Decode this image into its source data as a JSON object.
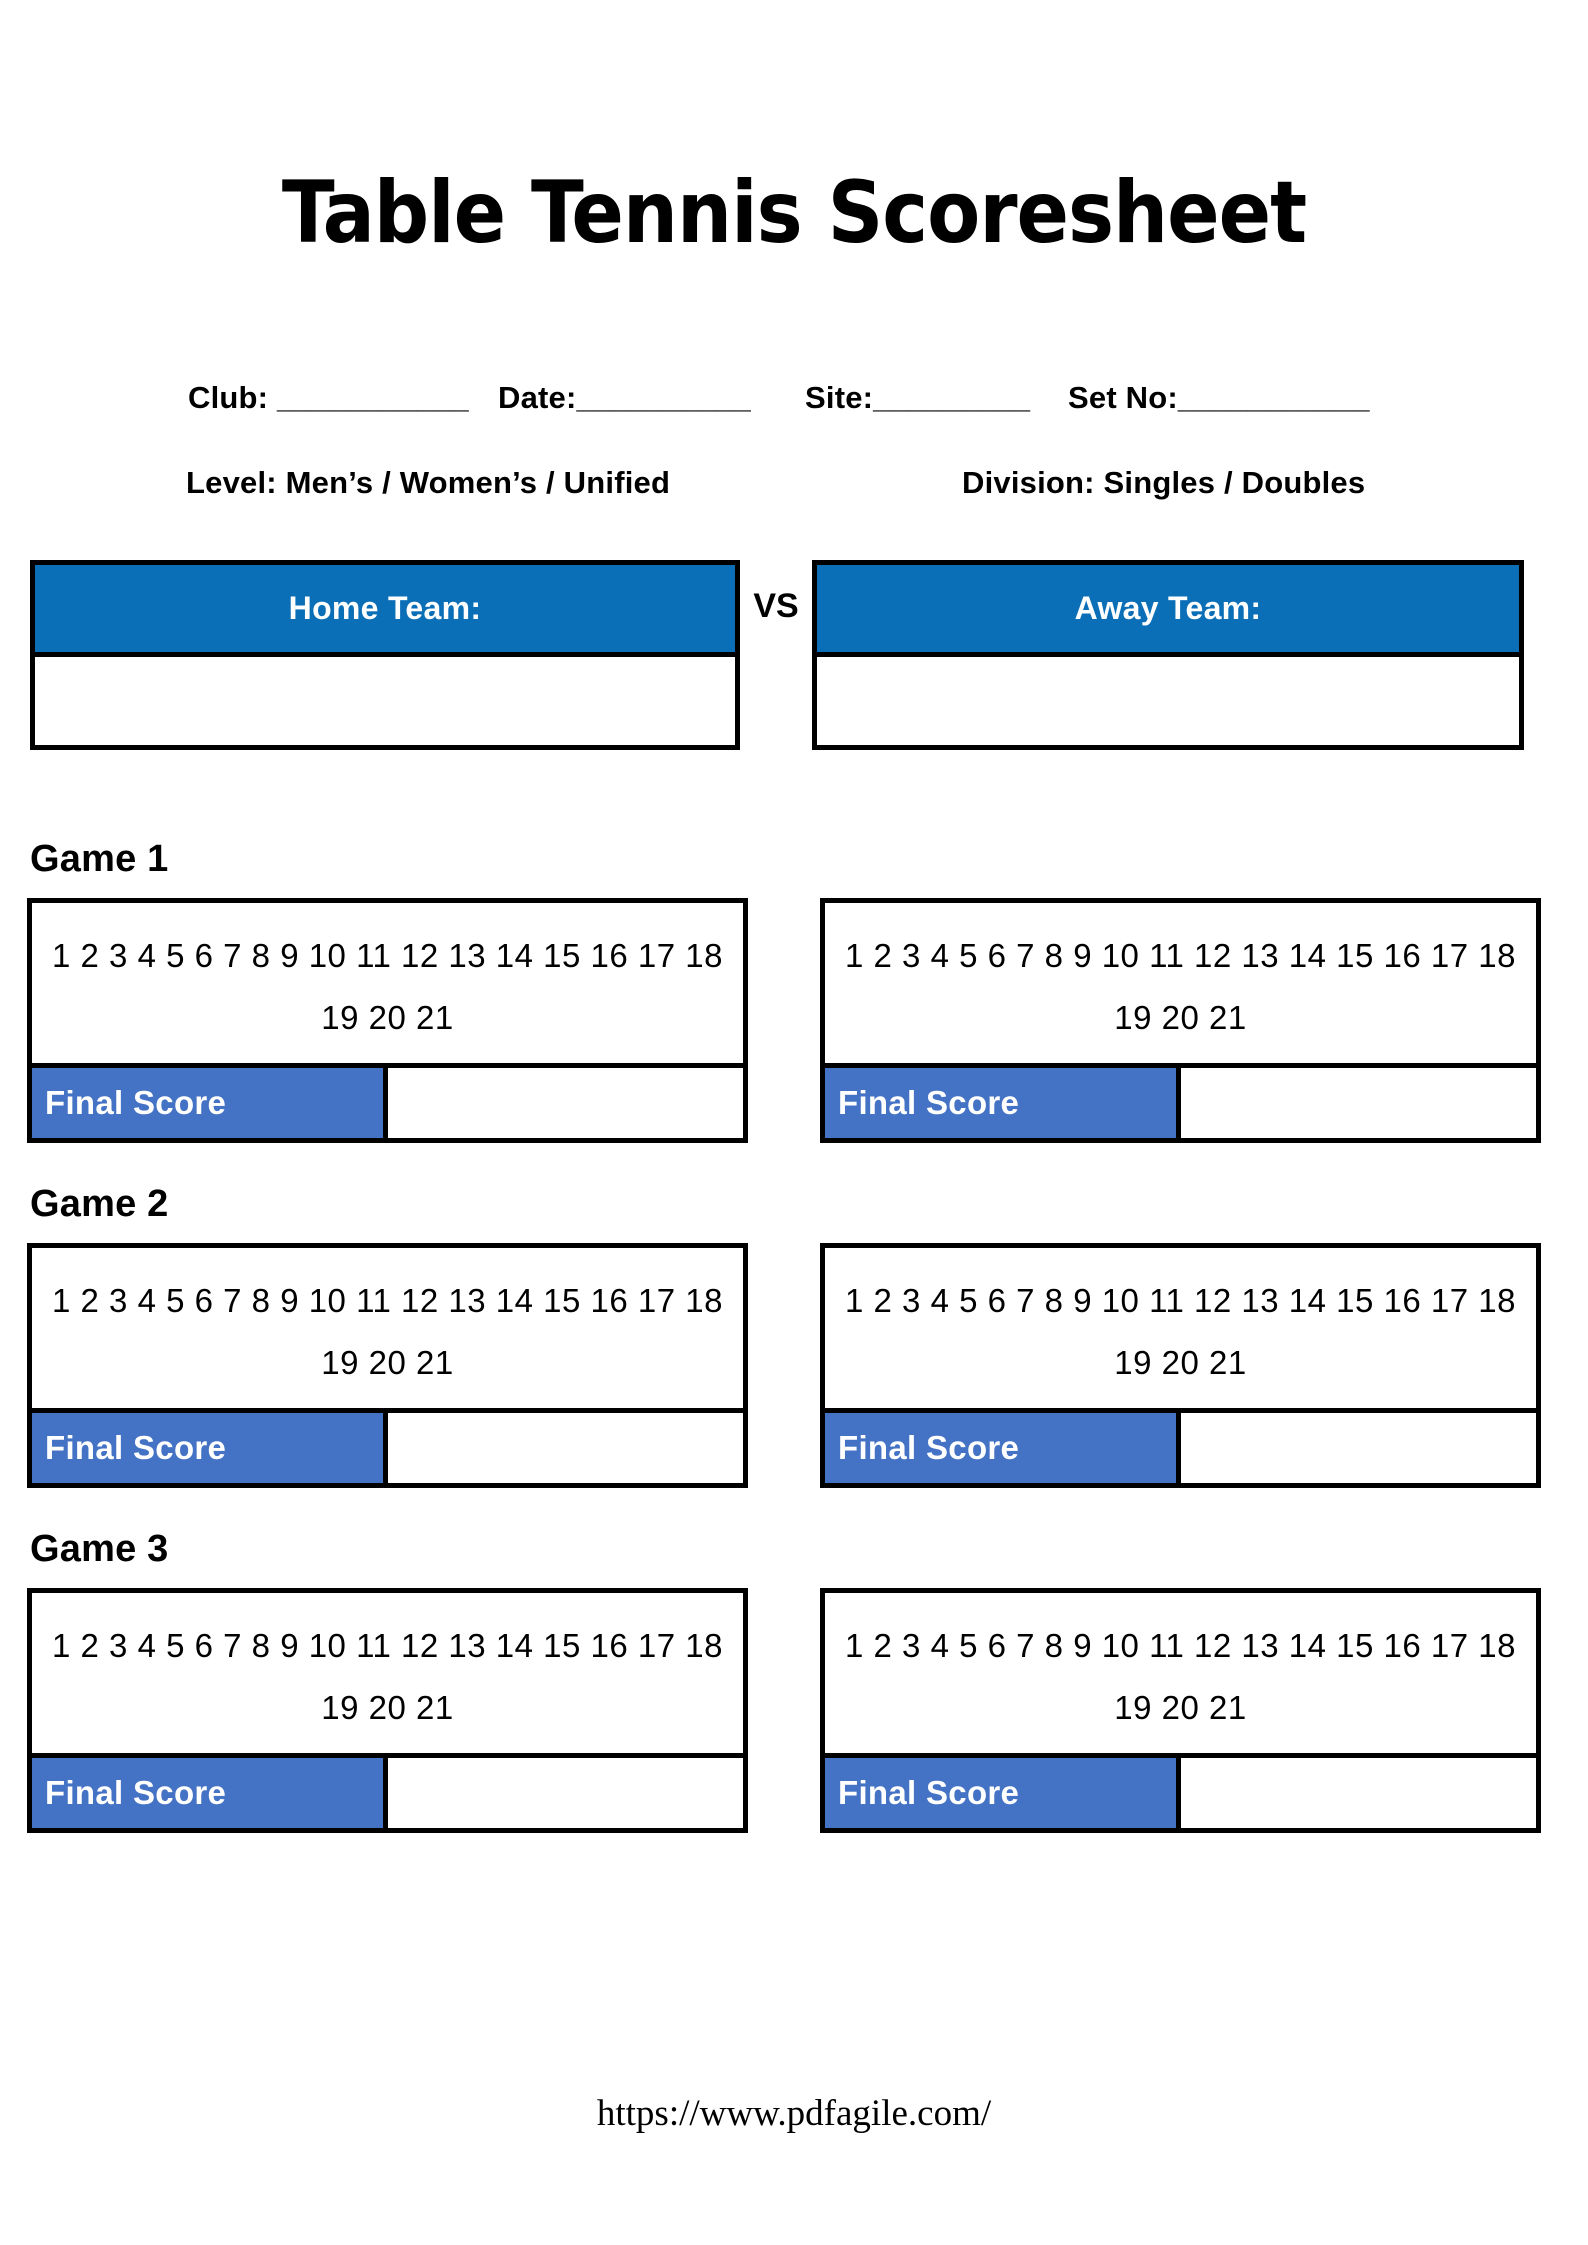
{
  "document": {
    "title": "Table Tennis Scoresheet",
    "footer_url": "https://www.pdfagile.com/"
  },
  "colors": {
    "team_header_blue": "#0b6fb8",
    "final_score_blue": "#4472C4",
    "border_black": "#000000",
    "page_background": "#ffffff"
  },
  "info": {
    "line1": {
      "club": "Club: ___________",
      "date": "Date:__________",
      "site": "Site:_________",
      "set_no": "Set No:___________"
    },
    "line2": {
      "level": "Level: Men’s / Women’s / Unified",
      "division": "Division: Singles / Doubles"
    }
  },
  "teams": {
    "home_label": "Home Team:",
    "vs_label": "VS",
    "away_label": "Away Team:",
    "home_value": "",
    "away_value": ""
  },
  "score_lines": {
    "line1": "1 2 3 4 5 6 7 8 9 10 11 12 13 14 15 16 17 18",
    "line2": "19 20 21"
  },
  "final_score_label": "Final Score",
  "games": [
    {
      "label": "Game 1",
      "home": {
        "line1": "1 2 3 4 5 6 7 8 9 10 11 12 13 14 15 16 17 18",
        "line2": "19 20 21",
        "final_label": "Final Score",
        "final_value": ""
      },
      "away": {
        "line1": "1 2 3 4 5 6 7 8 9 10 11 12 13 14 15 16 17 18",
        "line2": "19 20 21",
        "final_label": "Final Score",
        "final_value": ""
      }
    },
    {
      "label": "Game 2",
      "home": {
        "line1": "1 2 3 4 5 6 7 8 9 10 11 12 13 14 15 16 17 18",
        "line2": "19 20 21",
        "final_label": "Final Score",
        "final_value": ""
      },
      "away": {
        "line1": "1 2 3 4 5 6 7 8 9 10 11 12 13 14 15 16 17 18",
        "line2": "19 20 21",
        "final_label": "Final Score",
        "final_value": ""
      }
    },
    {
      "label": "Game 3",
      "home": {
        "line1": "1 2 3 4 5 6 7 8 9 10 11 12 13 14 15 16 17 18",
        "line2": "19 20 21",
        "final_label": "Final Score",
        "final_value": ""
      },
      "away": {
        "line1": "1 2 3 4 5 6 7 8 9 10 11 12 13 14 15 16 17 18",
        "line2": "19 20 21",
        "final_label": "Final Score",
        "final_value": ""
      }
    }
  ]
}
